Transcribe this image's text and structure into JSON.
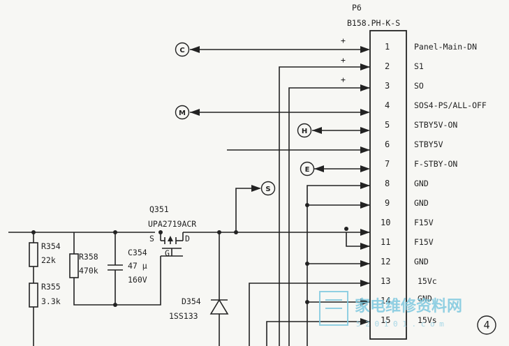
{
  "connector": {
    "ref": "P6",
    "part": "B158.PH-K-S"
  },
  "pins": [
    {
      "n": "1",
      "label": "Panel-Main-DN"
    },
    {
      "n": "2",
      "label": "S1"
    },
    {
      "n": "3",
      "label": "SO"
    },
    {
      "n": "4",
      "label": "SOS4-PS/ALL-OFF"
    },
    {
      "n": "5",
      "label": "STBY5V-ON"
    },
    {
      "n": "6",
      "label": "STBY5V"
    },
    {
      "n": "7",
      "label": "F-STBY-ON"
    },
    {
      "n": "8",
      "label": "GND"
    },
    {
      "n": "9",
      "label": "GND"
    },
    {
      "n": "10",
      "label": "F15V"
    },
    {
      "n": "11",
      "label": "F15V"
    },
    {
      "n": "12",
      "label": "GND"
    },
    {
      "n": "13",
      "label": "15Vc"
    },
    {
      "n": "14",
      "label": "GND"
    },
    {
      "n": "15",
      "label": "15Vs"
    }
  ],
  "circle_markers": [
    "C",
    "M",
    "H",
    "E",
    "S"
  ],
  "plus_mark": "+",
  "transistor": {
    "ref": "Q351",
    "part": "UPA2719ACR",
    "s": "S",
    "d": "D",
    "g": "G"
  },
  "r354": {
    "ref": "R354",
    "value": "22k"
  },
  "r355": {
    "ref": "R355",
    "value": "3.3k"
  },
  "r358": {
    "ref": "R358",
    "value": "470k"
  },
  "c354": {
    "ref": "C354",
    "value": "47 μ",
    "voltage": "160V"
  },
  "d354": {
    "ref": "D354",
    "part": "1SS133"
  },
  "page_number": "4",
  "watermark": {
    "text": "家电维修资料网",
    "url": "5 2 0 1 0 1 . c o m"
  }
}
